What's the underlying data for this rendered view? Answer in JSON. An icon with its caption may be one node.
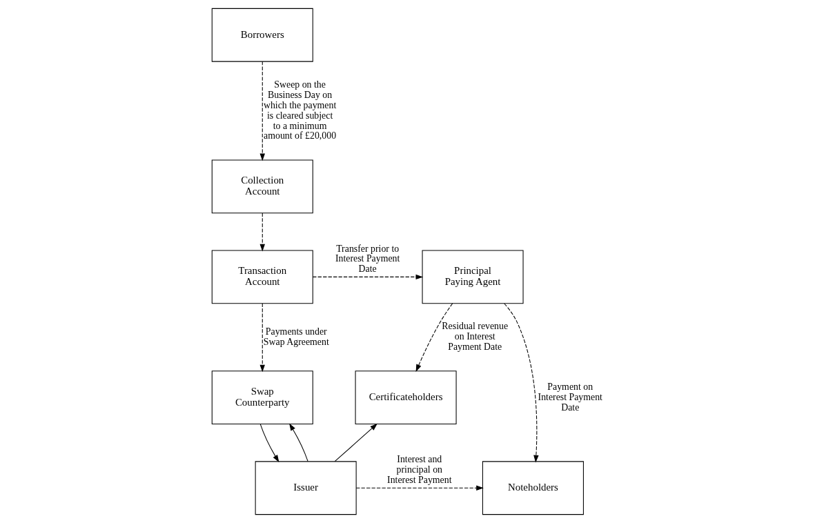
{
  "diagram": {
    "nodes": [
      {
        "text": [
          "Swap Counterparty"
        ]
      },
      {
        "text": [
          "Certificateholders"
        ]
      },
      {
        "text": [
          "Issuer"
        ]
      },
      {
        "text": [
          "Noteholders"
        ]
      },
      {
        "text": [
          "Borrowers"
        ]
      },
      {
        "text": [
          "Transaction Account"
        ]
      },
      {
        "text": [
          "Principal Paying Agent"
        ]
      },
      {
        "text": [
          "Collection Account"
        ]
      }
    ],
    "edges": [
      {
        "from": 2,
        "to": 0,
        "arrow": "to"
      },
      {
        "from": 0,
        "to": 2,
        "arrow": "to"
      },
      {
        "from": 2,
        "to": 1,
        "arrow": "to"
      },
      {
        "from": 2,
        "to": 3,
        "arrow": "to",
        "style": "dashed",
        "label": "Interest and principal on Interest Payment"
      },
      {
        "from": 5,
        "to": 0,
        "arrow": "to",
        "style": "dashed",
        "label": "Payments under Swap Agreement"
      },
      {
        "from": 4,
        "to": 7,
        "arrow": "to",
        "style": "dashed",
        "label": "Sweep on the Business Day on which the payment is cleared subject to a minimum amount of £20,000"
      },
      {
        "from": 7,
        "to": 5,
        "arrow": "to",
        "style": "dashed"
      },
      {
        "from": 5,
        "to": 6,
        "arrow": "to",
        "style": "dashed",
        "label": "Transfer prior to Interest Payment Date"
      },
      {
        "from": 6,
        "to": 3,
        "arrow": "to",
        "style": "dashed",
        "label": "Payment on Interest Payment Date"
      },
      {
        "from": 6,
        "to": 1,
        "arrow": "to",
        "style": "dashed",
        "label": "Residual revenue on Interest Payment Date"
      }
    ]
  }
}
